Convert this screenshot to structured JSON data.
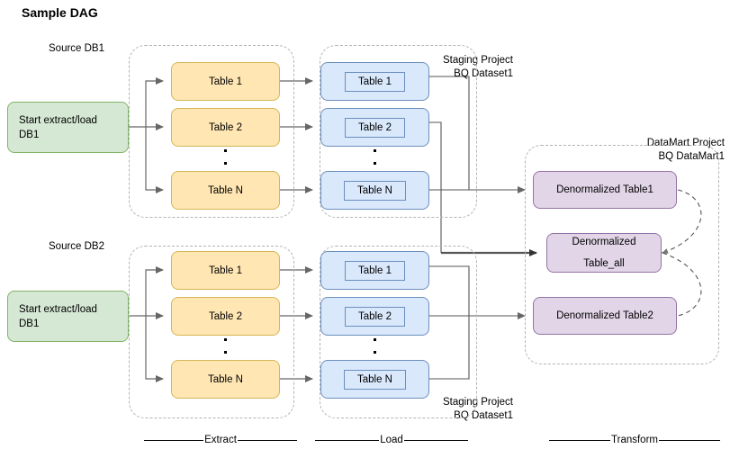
{
  "title": "Sample DAG",
  "groups": {
    "source_db1": "Source DB1",
    "source_db2": "Source DB2",
    "staging_top": "Staging Project\nBQ Dataset1",
    "staging_top_line1": "Staging Project",
    "staging_top_line2": "BQ Dataset1",
    "staging_bottom_line1": "Staging Project",
    "staging_bottom_line2": "BQ Dataset1",
    "datamart_line1": "DataMart Project",
    "datamart_line2": "BQ DataMart1"
  },
  "start_nodes": [
    {
      "id": "start-db1-top",
      "label": "Start extract/load DB1"
    },
    {
      "id": "start-db1-bottom",
      "label": "Start extract/load DB1"
    }
  ],
  "extract": {
    "top_tables": [
      "Table 1",
      "Table 2",
      "Table N"
    ],
    "bottom_tables": [
      "Table 1",
      "Table 2",
      "Table N"
    ]
  },
  "load": {
    "top_tables": [
      "Table 1",
      "Table 2",
      "Table N"
    ],
    "bottom_tables": [
      "Table 1",
      "Table 2",
      "Table N"
    ]
  },
  "transform": {
    "nodes": [
      {
        "id": "denorm-table1",
        "label": "Denormalized Table1"
      },
      {
        "id": "denorm-table-all",
        "line1": "Denormalized",
        "line2": "Table_all"
      },
      {
        "id": "denorm-table2",
        "label": "Denormalized Table2"
      }
    ]
  },
  "legend": [
    {
      "id": "legend-extract",
      "label": "Extract"
    },
    {
      "id": "legend-load",
      "label": "Load"
    },
    {
      "id": "legend-transform",
      "label": "Transform"
    }
  ],
  "colors": {
    "green_fill": "#d5e8d4",
    "green_stroke": "#82b366",
    "yellow_fill": "#ffe6b3",
    "yellow_stroke": "#d6b656",
    "blue_fill": "#dae8fc",
    "blue_stroke": "#6c8ebf",
    "purple_fill": "#e1d5e7",
    "purple_stroke": "#9673a6",
    "edge": "#666666",
    "edge_dark": "#333333",
    "container_dash": "#b3b3b3"
  }
}
